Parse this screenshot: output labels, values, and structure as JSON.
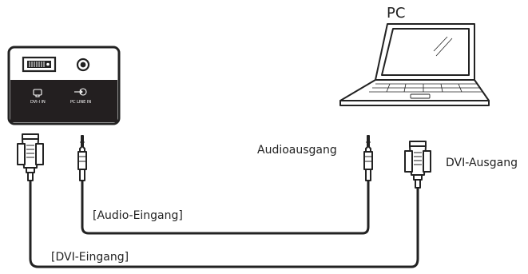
{
  "labels": {
    "pc": "PC",
    "audio_output": "Audioausgang",
    "dvi_output": "DVI-Ausgang",
    "audio_input": "[Audio-Eingang]",
    "dvi_input": "[DVI-Eingang]"
  },
  "panel": {
    "dvi_port_label": "DVI-I IN",
    "pc_line_port_label": "PC LINE IN"
  },
  "colors": {
    "line": "#222222",
    "panel_dark": "#231f20",
    "background": "#ffffff"
  }
}
